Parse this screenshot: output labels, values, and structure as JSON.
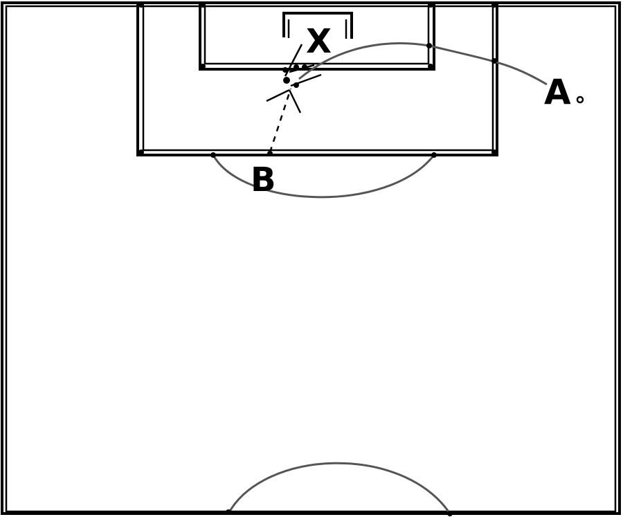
{
  "diagram": {
    "labels": {
      "x_marker": "X",
      "player_a": "A",
      "player_b": "B"
    },
    "colors": {
      "lines": "#000000",
      "arcs": "#555555",
      "background": "#ffffff"
    }
  }
}
